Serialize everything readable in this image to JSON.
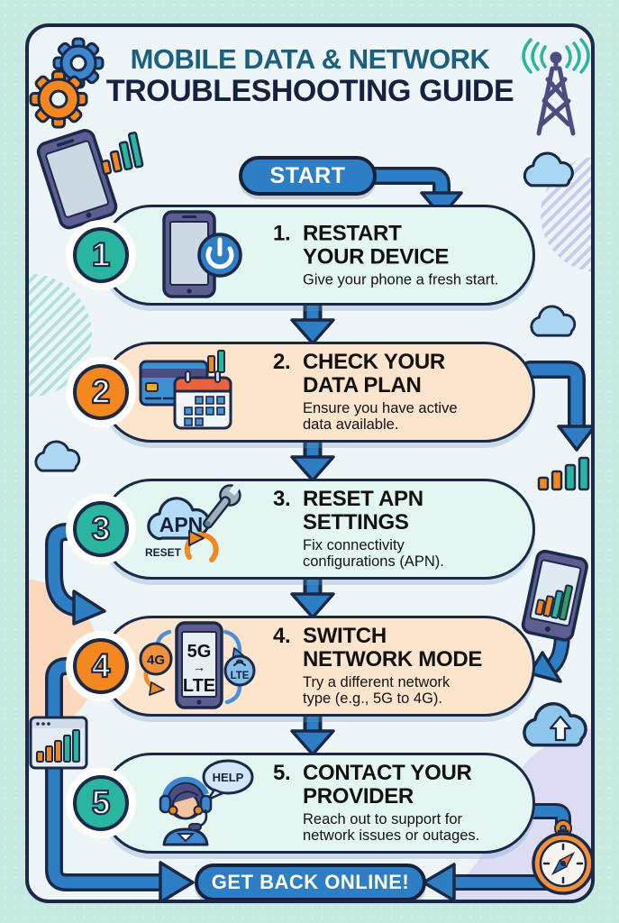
{
  "poster": {
    "title_line1": "MOBILE DATA & NETWORK",
    "title_line2": "TROUBLESHOOTING GUIDE"
  },
  "flow": {
    "start_label": "START",
    "finish_label": "GET BACK ONLINE!"
  },
  "steps": [
    {
      "number": "1",
      "number_label": "1.",
      "title": "RESTART\nYOUR DEVICE",
      "description": "Give your phone a fresh start.",
      "theme": "teal"
    },
    {
      "number": "2",
      "number_label": "2.",
      "title": "CHECK YOUR\nDATA PLAN",
      "description": "Ensure you have active\ndata available.",
      "theme": "orange"
    },
    {
      "number": "3",
      "number_label": "3.",
      "title": "RESET APN\nSETTINGS",
      "description": "Fix connectivity\nconfigurations (APN).",
      "theme": "teal"
    },
    {
      "number": "4",
      "number_label": "4.",
      "title": "SWITCH\nNETWORK MODE",
      "description": "Try a different network\ntype (e.g., 5G to 4G).",
      "theme": "orange"
    },
    {
      "number": "5",
      "number_label": "5.",
      "title": "CONTACT YOUR\nPROVIDER",
      "description": "Reach out to support for\nnetwork issues or outages.",
      "theme": "teal"
    }
  ],
  "icon_text": {
    "step3_cloud": "APN",
    "step3_reset": "RESET",
    "step4_left_badge": "4G",
    "step4_screen_top": "5G",
    "step4_screen_arrow": "→",
    "step4_screen_bottom": "LTE",
    "step4_right_badge": "LTE",
    "step5_bubble": "HELP"
  },
  "colors": {
    "background": "#c6e9e0",
    "panel": "#edf5f9",
    "outline": "#1a2947",
    "card_teal": "#e4f6f1",
    "card_peach": "#fde4cd",
    "accent_blue": "#2e7ec6",
    "accent_teal": "#2ab5a0",
    "accent_orange": "#f5871f",
    "title_blue": "#1d5f7f",
    "title_navy": "#15223f"
  }
}
